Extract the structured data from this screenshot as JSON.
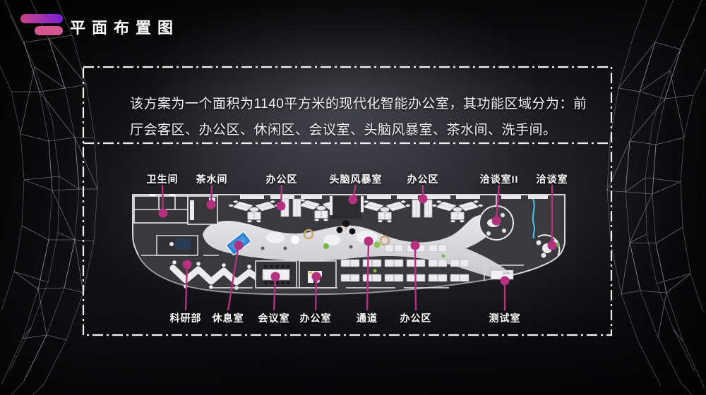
{
  "header": {
    "title": "平面布置图"
  },
  "description": {
    "line1": "该方案为一个面积为1140平方米的现代化智能办公室，其功能区域分为：前",
    "line2": "厅会客区、办公区、休闲区、会议室、头脑风暴室、茶水间、洗手间。"
  },
  "plan": {
    "top_labels": [
      {
        "text": "卫生间"
      },
      {
        "text": "茶水间"
      },
      {
        "text": "办公区"
      },
      {
        "text": "头脑风暴室"
      },
      {
        "text": "办公区"
      },
      {
        "text": "洽谈室II"
      },
      {
        "text": "洽谈室"
      }
    ],
    "bottom_labels": [
      {
        "text": "科研部"
      },
      {
        "text": "休息室"
      },
      {
        "text": "会议室"
      },
      {
        "text": "办公室"
      },
      {
        "text": "通道"
      },
      {
        "text": "办公区"
      },
      {
        "text": "测试室"
      }
    ]
  },
  "colors": {
    "accent": "#b5307f",
    "logo_gradient_left": "#cb4585",
    "logo_gradient_right": "#7a1fd8",
    "logo_bar2": "#d5568f",
    "frame_border": "#f2f2f2",
    "floor": "#3a3a3e",
    "walkway": "#d9d9de",
    "wall": "#e4e4e6",
    "pool_table": "#3584d4",
    "glass_wall": "#3fc6e8"
  },
  "icons": {
    "logo": "logo-bars-icon",
    "markers": "location-dot-markers"
  }
}
